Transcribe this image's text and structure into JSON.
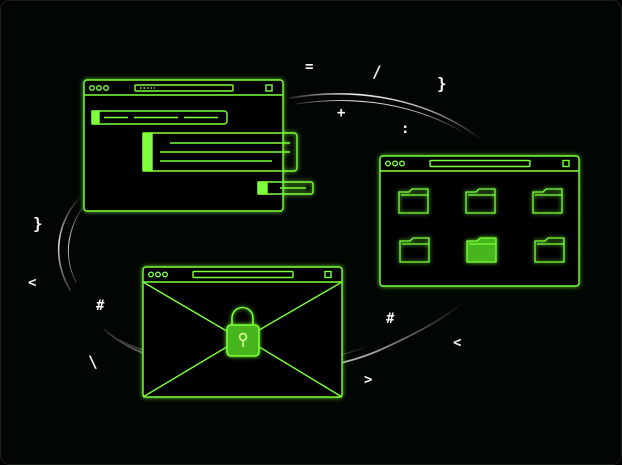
{
  "colors": {
    "background": "#020603",
    "neon_green": "#7dff3a",
    "neon_green_fill": "#47b51c",
    "orbit_white": "#ffffff",
    "glyph_color": "#f2f5f2"
  },
  "windows": [
    {
      "name": "chat-window",
      "icon": "chat-bubbles"
    },
    {
      "name": "file-explorer-window",
      "icon": "folder-grid",
      "folder_count": 6,
      "selected_folder_index": 4
    },
    {
      "name": "secure-mail-window",
      "icon": "padlock-envelope"
    }
  ],
  "code_glyphs": {
    "equals": "=",
    "slash": "/",
    "brace_close_top": "}",
    "plus": "+",
    "colon": ":",
    "brace_close_left": "}",
    "less_than_left": "<",
    "hash_left": "#",
    "backslash": "\\",
    "hash_right": "#",
    "less_than_right": "<",
    "greater_than": ">"
  }
}
